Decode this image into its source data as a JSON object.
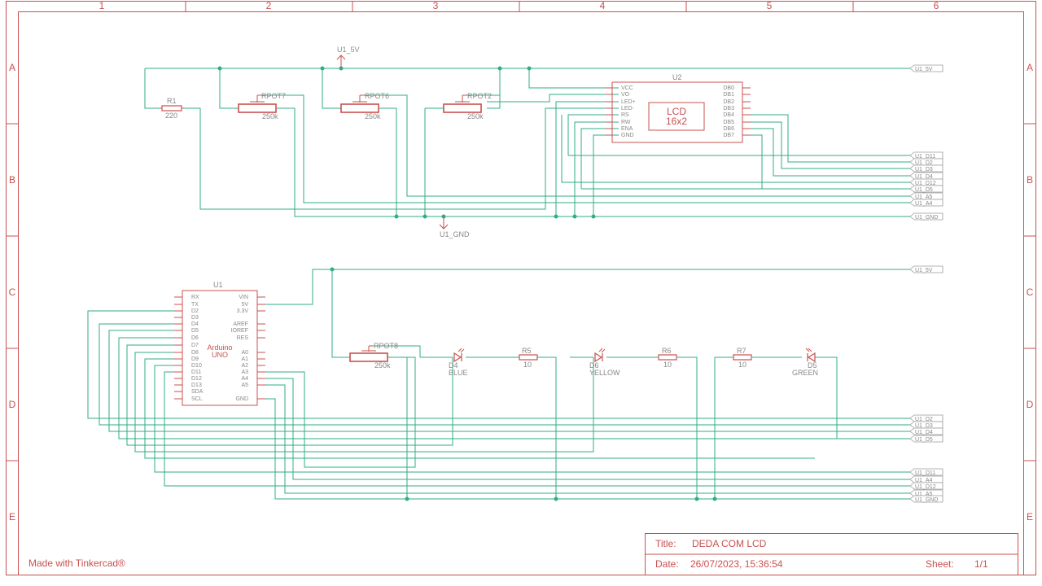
{
  "colors": {
    "frame": "#c9504f",
    "wire": "#2fae86",
    "component": "#c9504f",
    "label": "#8a8a8a",
    "net_tag": "#9a9a9a"
  },
  "frame": {
    "columns": [
      "1",
      "2",
      "3",
      "4",
      "5",
      "6"
    ],
    "rows": [
      "A",
      "B",
      "C",
      "D",
      "E"
    ],
    "made_with": "Made with Tinkercad®"
  },
  "title_block": {
    "title_label": "Title:",
    "title": "DEDA COM LCD",
    "date_label": "Date:",
    "date": "26/07/2023, 15:36:54",
    "sheet_label": "Sheet:",
    "sheet": "1/1"
  },
  "power_symbols": {
    "vcc_top": "U1_5V",
    "gnd_top": "U1_GND"
  },
  "lcd": {
    "ref": "U2",
    "name_line1": "LCD",
    "name_line2": "16x2",
    "left_pins": [
      "VCC",
      "VO",
      "LED+",
      "LED-",
      "RS",
      "RW",
      "ENA",
      "GND"
    ],
    "right_pins": [
      "DB0",
      "DB1",
      "DB2",
      "DB3",
      "DB4",
      "DB5",
      "DB6",
      "DB7"
    ]
  },
  "arduino": {
    "ref": "U1",
    "name_line1": "Arduino",
    "name_line2": "UNO",
    "left_pins": [
      "RX",
      "TX",
      "D2",
      "D3",
      "D4",
      "D5",
      "D6",
      "D7",
      "D8",
      "D9",
      "D10",
      "D11",
      "D12",
      "D13",
      "SDA",
      "SCL"
    ],
    "right_pins_top": [
      "VIN",
      "5V",
      "3.3V"
    ],
    "right_pins_mid": [
      "AREF",
      "IOREF",
      "RES"
    ],
    "right_pins_analog": [
      "A0",
      "A1",
      "A2",
      "A3",
      "A4",
      "A5"
    ],
    "right_pin_gnd": "GND"
  },
  "resistors": [
    {
      "ref": "R1",
      "value": "220"
    },
    {
      "ref": "R5",
      "value": "10"
    },
    {
      "ref": "R6",
      "value": "10"
    },
    {
      "ref": "R7",
      "value": "10"
    }
  ],
  "pots": [
    {
      "ref": "RPOT7",
      "value": "250k"
    },
    {
      "ref": "RPOT6",
      "value": "250k"
    },
    {
      "ref": "RPOT2",
      "value": "250k"
    },
    {
      "ref": "RPOT8",
      "value": "250k"
    }
  ],
  "leds": [
    {
      "ref": "D4",
      "color": "BLUE"
    },
    {
      "ref": "D6",
      "color": "YELLOW"
    },
    {
      "ref": "D5",
      "color": "GREEN"
    }
  ],
  "net_tags_top": [
    "U1_5V",
    "U1_D11",
    "U1_D2",
    "U1_D3",
    "U1_D4",
    "U1_D12",
    "U1_D5",
    "U1_A5",
    "U1_A4",
    "U1_GND"
  ],
  "net_tags_bottom": [
    "U1_5V",
    "U1_D2",
    "U1_D3",
    "U1_D4",
    "U1_D5",
    "U1_D11",
    "U1_A4",
    "U1_D12",
    "U1_A5",
    "U1_GND"
  ]
}
